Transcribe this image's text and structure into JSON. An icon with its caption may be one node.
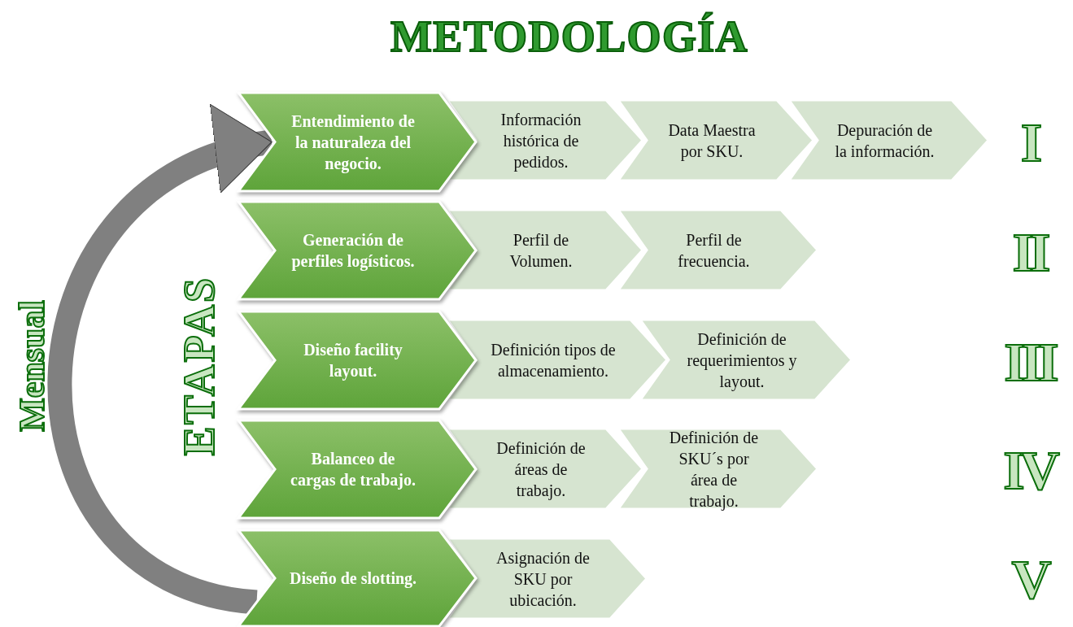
{
  "diagram": {
    "nodes": [
      {
        "text": [
          "Entendimiento de la naturaleza del negocio."
        ]
      },
      {
        "text": [
          "Información histórica de pedidos."
        ]
      },
      {
        "text": [
          "Data Maestra por SKU."
        ]
      },
      {
        "text": [
          "Depuración de la información."
        ]
      },
      {
        "text": [
          "Generación de perfiles logísticos."
        ]
      },
      {
        "text": [
          "Perfil de Volumen."
        ]
      },
      {
        "text": [
          "Perfil de frecuencia."
        ]
      },
      {
        "text": [
          "Diseño facility layout."
        ]
      },
      {
        "text": [
          "Definición tipos de almacenamiento."
        ]
      },
      {
        "text": [
          "Definición de requerimientos y layout."
        ]
      },
      {
        "text": [
          "Balanceo de cargas de trabajo."
        ]
      },
      {
        "text": [
          "Definición de áreas de trabajo."
        ]
      },
      {
        "text": [
          "Definición de SKU´s por área de trabajo."
        ]
      },
      {
        "text": [
          "Diseño de slotting."
        ]
      },
      {
        "text": [
          "Asignación de SKU por ubicación."
        ]
      }
    ],
    "edges": [
      {
        "from": 13,
        "to": 0,
        "arrow": "to"
      }
    ],
    "labels": [
      "METODOLOGÍA",
      "Mensual",
      "ETAPAS",
      "I",
      "II",
      "III",
      "IV",
      "V"
    ]
  }
}
